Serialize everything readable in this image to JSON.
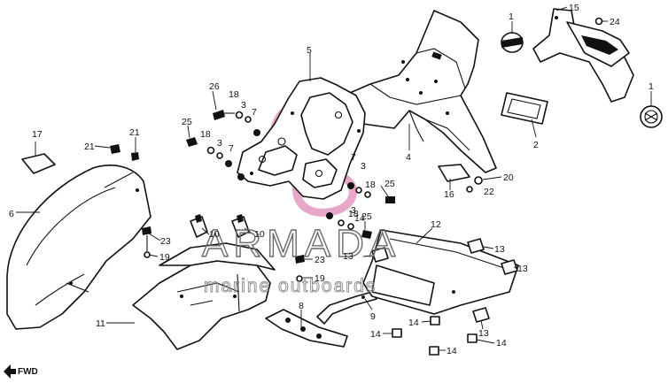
{
  "watermark": {
    "brand": "ARMADA",
    "subtitle": "marine outboards",
    "logo_color": "#e8a6c8"
  },
  "direction_label": "FWD",
  "callouts": [
    "1",
    "1",
    "2",
    "3",
    "3",
    "3",
    "3",
    "4",
    "5",
    "6",
    "7",
    "7",
    "7",
    "8",
    "9",
    "10",
    "10",
    "11",
    "12",
    "13",
    "13",
    "13",
    "13",
    "14",
    "14",
    "14",
    "14",
    "14",
    "15",
    "16",
    "17",
    "18",
    "18",
    "18",
    "18",
    "19",
    "19",
    "20",
    "21",
    "21",
    "22",
    "23",
    "23",
    "24",
    "25",
    "25",
    "25",
    "26"
  ]
}
